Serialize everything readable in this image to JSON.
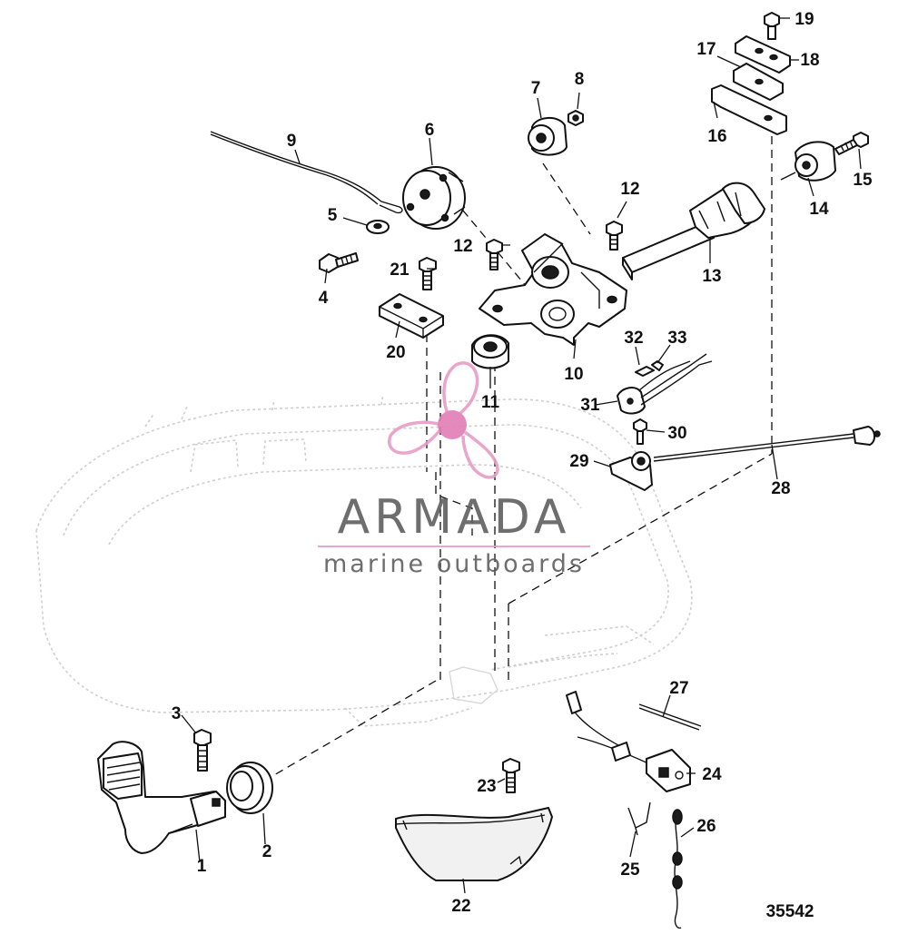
{
  "diagram": {
    "reference_number": "35542",
    "callouts": [
      "1",
      "2",
      "3",
      "4",
      "5",
      "6",
      "7",
      "8",
      "9",
      "10",
      "11",
      "12",
      "12",
      "13",
      "14",
      "15",
      "16",
      "17",
      "18",
      "19",
      "20",
      "21",
      "22",
      "23",
      "24",
      "25",
      "26",
      "27",
      "28",
      "29",
      "30",
      "31",
      "32",
      "33"
    ]
  },
  "watermark": {
    "brand": "ARMADA",
    "tagline": "marine outboards",
    "logo_colors": {
      "petal": "#e89cc6",
      "hub": "#e27db5",
      "divider": "#e89cc6"
    }
  },
  "colors": {
    "ink": "#111111",
    "ghost_outline": "#cfcfcf",
    "background": "#ffffff"
  }
}
